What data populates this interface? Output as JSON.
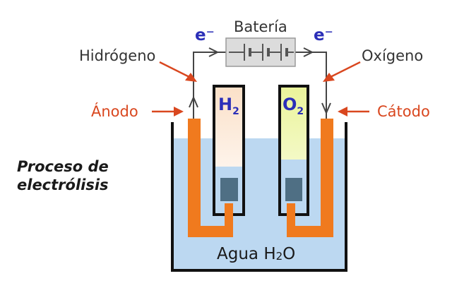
{
  "diagram": {
    "battery_label": "Batería",
    "electron_left": "e⁻",
    "electron_right": "e⁻",
    "hydrogen_label": "Hidrógeno",
    "oxygen_label": "Oxígeno",
    "anode_label": "Ánodo",
    "cathode_label": "Cátodo",
    "process_line1": "Proceso de",
    "process_line2": "electrólisis",
    "h2_symbol": "H",
    "h2_subscript": "2",
    "o2_symbol": "O",
    "o2_subscript": "2",
    "water_text": "Agua H",
    "water_subscript": "2",
    "water_suffix": "O"
  },
  "colors": {
    "electrode": "#f07a1e",
    "water": "#bcd8f1",
    "hydrogen_tube": "#fbe2cd",
    "oxygen_tube": "#f0f7b0",
    "label_red": "#d9471f",
    "electron_blue": "#2b2fb8"
  }
}
